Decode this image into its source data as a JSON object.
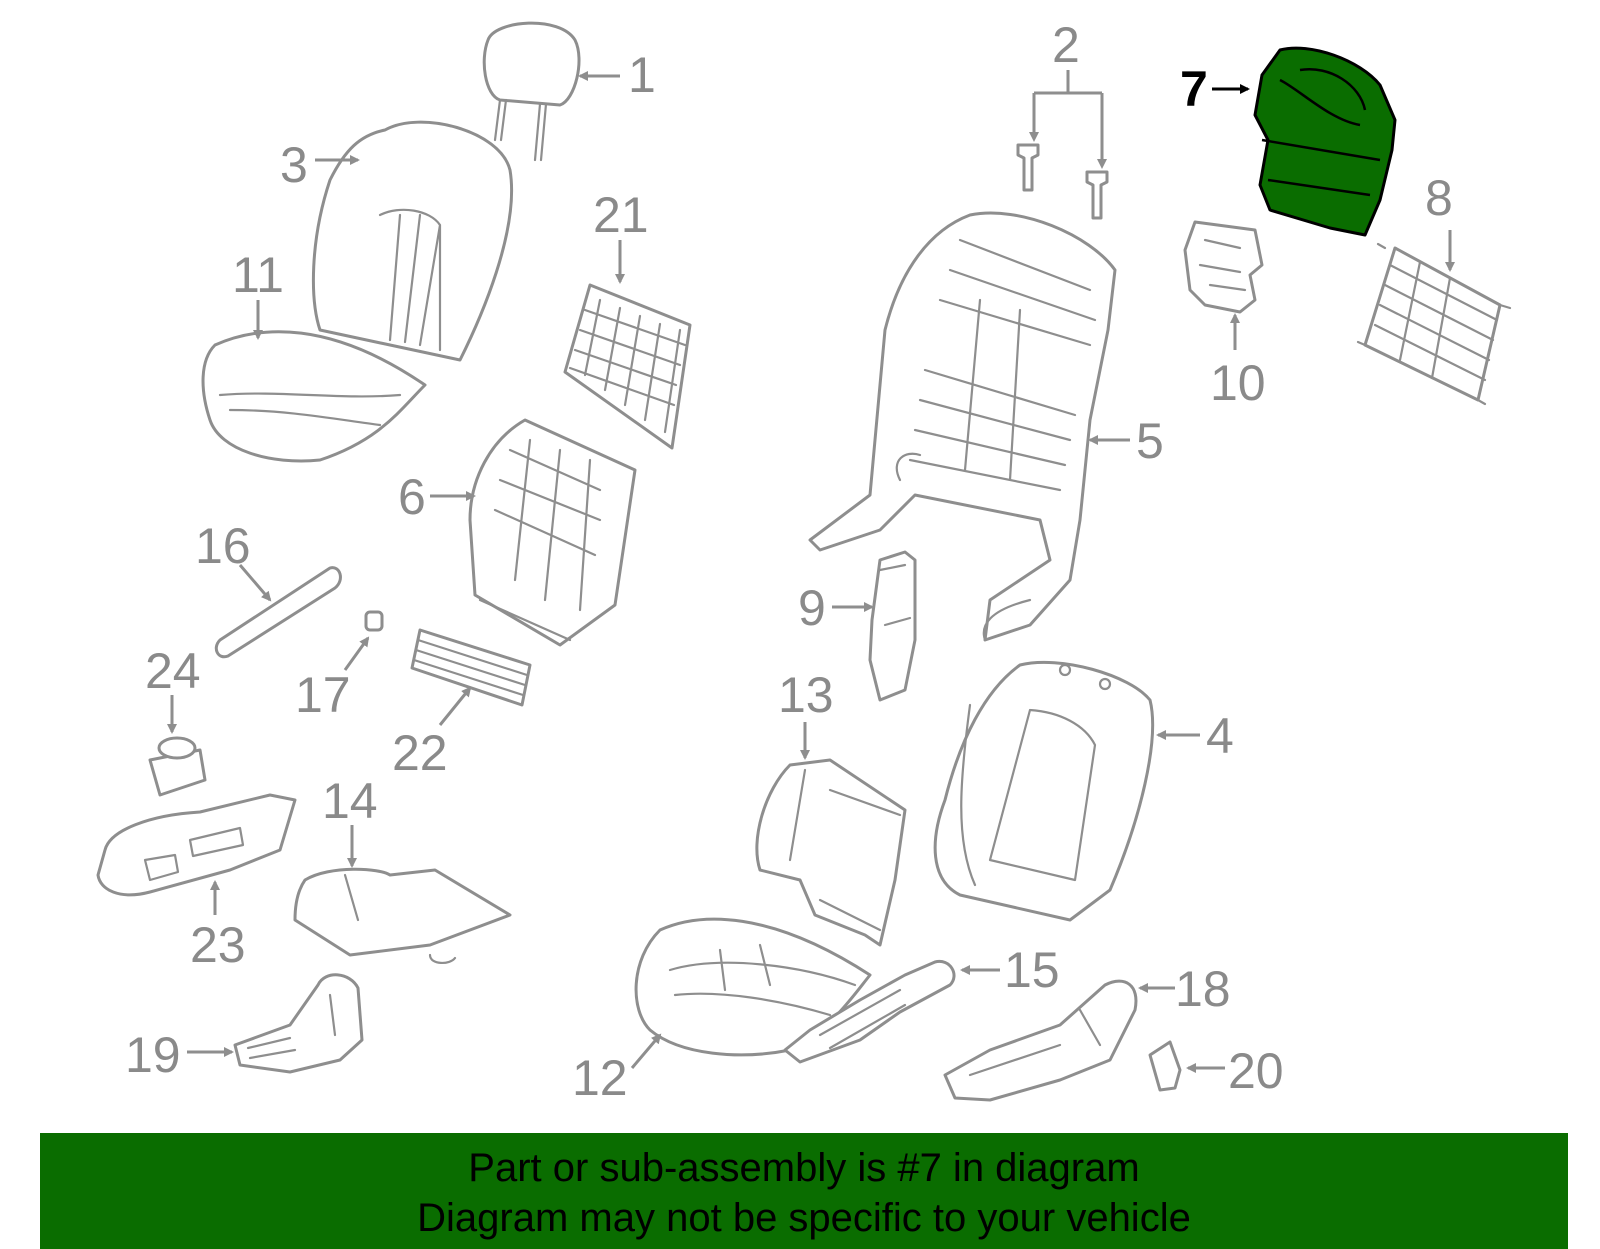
{
  "diagram": {
    "highlight_color": "#0a6d00",
    "line_color": "#8e8e8e",
    "highlighted_part": "7",
    "callouts": {
      "c1": "1",
      "c2": "2",
      "c3": "3",
      "c4": "4",
      "c5": "5",
      "c6": "6",
      "c7": "7",
      "c8": "8",
      "c9": "9",
      "c10": "10",
      "c11": "11",
      "c12": "12",
      "c13": "13",
      "c14": "14",
      "c15": "15",
      "c16": "16",
      "c17": "17",
      "c18": "18",
      "c19": "19",
      "c20": "20",
      "c21": "21",
      "c22": "22",
      "c23": "23",
      "c24": "24"
    }
  },
  "banner": {
    "line1": "Part or sub-assembly is #7 in diagram",
    "line2": "Diagram may not be specific to your vehicle"
  }
}
